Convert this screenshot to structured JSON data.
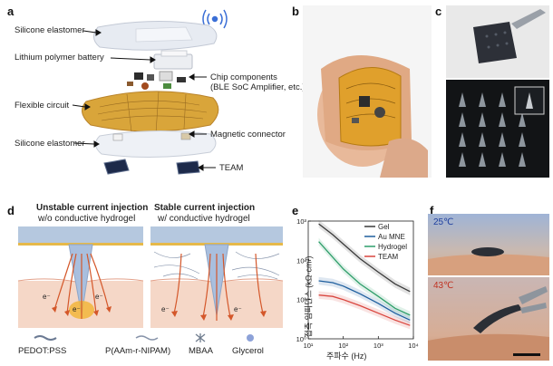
{
  "panels": {
    "a": {
      "letter": "a",
      "labels": {
        "silicone_top": "Silicone elastomer",
        "battery": "Lithium polymer battery",
        "chip_1": "Chip components",
        "chip_2": "(BLE SoC Amplifier, etc.)",
        "flexible_circuit": "Flexible circuit",
        "magnetic_connector": "Magnetic connector",
        "silicone_bottom": "Silicone elastomer",
        "team": "TEAM"
      }
    },
    "b": {
      "letter": "b"
    },
    "c": {
      "letter": "c"
    },
    "d": {
      "letter": "d",
      "left_title": "Unstable current injection",
      "left_subtitle": "w/o conductive hydrogel",
      "right_title": "Stable current injection",
      "right_subtitle": "w/ conductive hydrogel",
      "electron": "e⁻",
      "legend": [
        "PEDOT:PSS",
        "P(AAm-r-NIPAM)",
        "MBAA",
        "Glycerol"
      ]
    },
    "e": {
      "letter": "e"
    },
    "f": {
      "letter": "f",
      "temp_top": "25℃",
      "temp_bottom": "43℃"
    }
  },
  "chart_data": {
    "type": "line",
    "ylabel": "접촉 임피던스 (kΩ·cm²)",
    "xlabel": "주파수 (Hz)",
    "xscale": "log",
    "yscale": "log",
    "xlim": [
      10,
      10000
    ],
    "ylim": [
      1,
      1000
    ],
    "xticks": [
      10,
      100,
      1000,
      10000
    ],
    "xtick_labels": [
      "10¹",
      "10²",
      "10³",
      "10⁴"
    ],
    "yticks": [
      1,
      10,
      100,
      1000
    ],
    "ytick_labels": [
      "10⁰",
      "10¹",
      "10²",
      "10³"
    ],
    "legend_position": "top-right",
    "series": [
      {
        "name": "Gel",
        "color": "#3a3a3a",
        "x": [
          20,
          50,
          100,
          300,
          1000,
          3000,
          8000
        ],
        "y": [
          850,
          450,
          260,
          110,
          50,
          25,
          16
        ]
      },
      {
        "name": "Au MNE",
        "color": "#1f5f9e",
        "x": [
          20,
          50,
          100,
          300,
          1000,
          3000,
          8000
        ],
        "y": [
          30,
          27,
          22,
          14,
          8,
          4.5,
          3
        ]
      },
      {
        "name": "Hydrogel",
        "color": "#2e9e6a",
        "x": [
          20,
          50,
          100,
          300,
          1000,
          3000,
          8000
        ],
        "y": [
          300,
          120,
          60,
          25,
          12,
          6,
          4
        ]
      },
      {
        "name": "TEAM",
        "color": "#d9463f",
        "x": [
          20,
          50,
          100,
          300,
          1000,
          3000,
          8000
        ],
        "y": [
          13,
          12,
          10,
          7,
          4.5,
          3,
          2.2
        ]
      }
    ]
  }
}
